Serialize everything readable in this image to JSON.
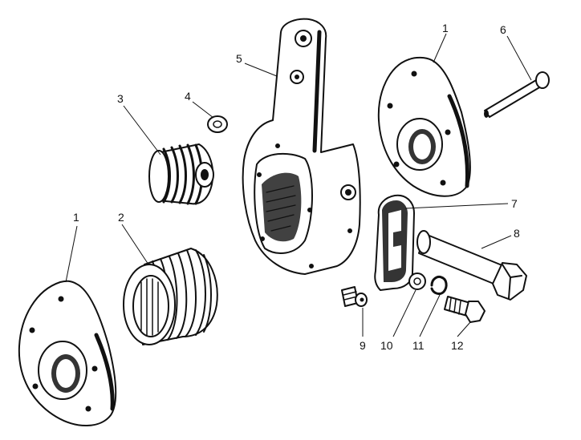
{
  "diagram": {
    "callouts": [
      "1",
      "1",
      "2",
      "3",
      "4",
      "5",
      "6",
      "7",
      "8",
      "9",
      "10",
      "11",
      "12"
    ]
  }
}
